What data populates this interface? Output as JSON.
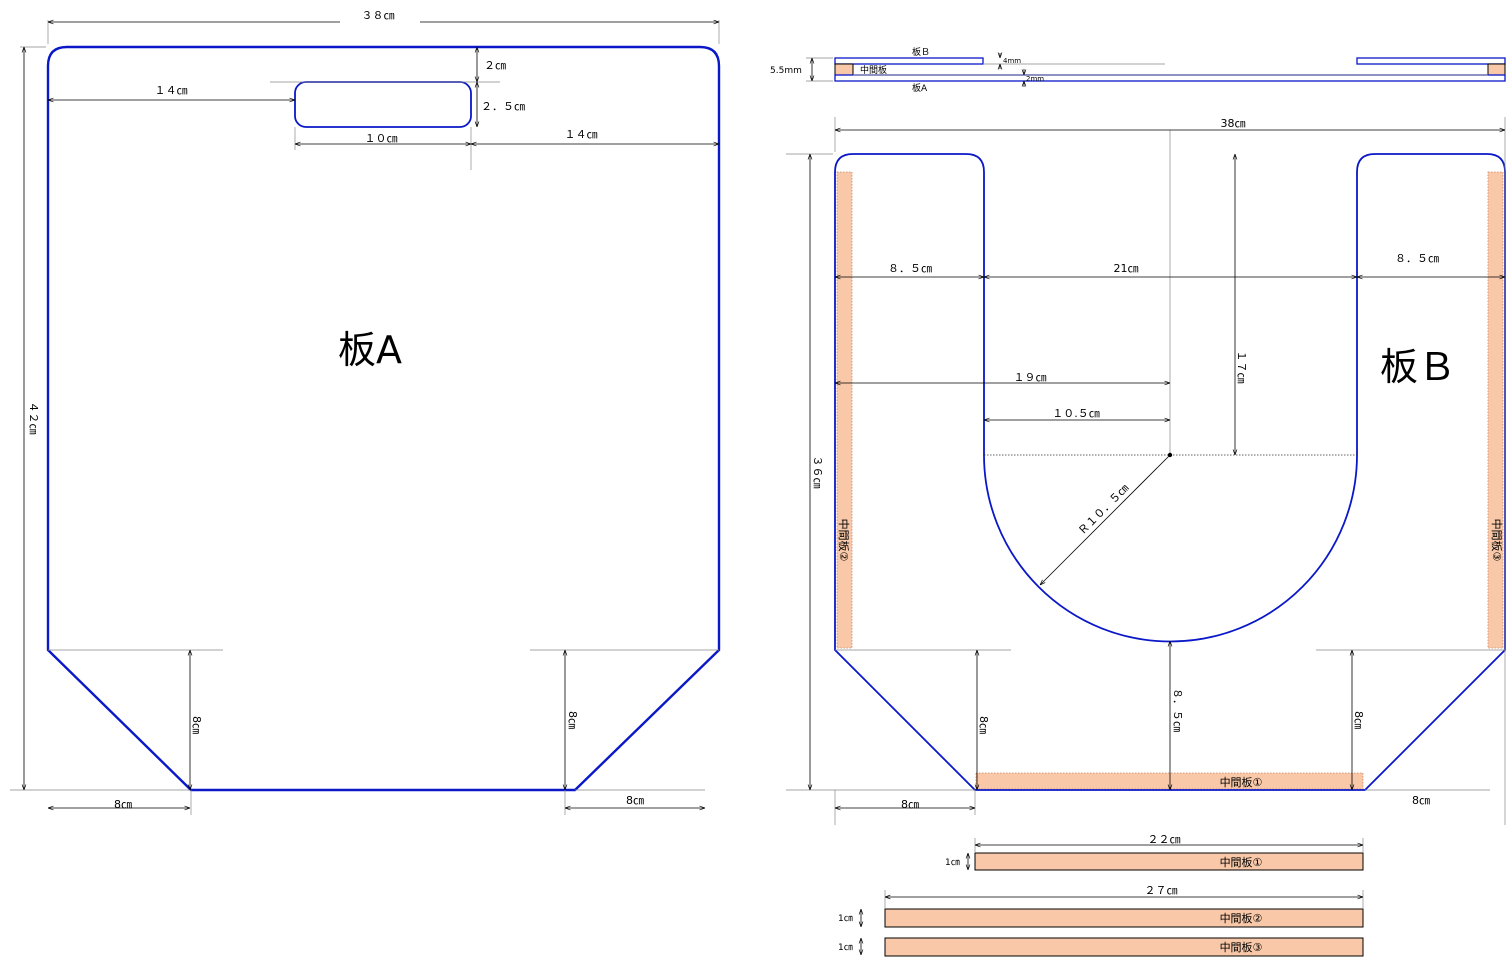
{
  "board_a": {
    "title": "板A",
    "dims": {
      "width": "３８㎝",
      "height": "４２㎝",
      "left_to_slot": "１４㎝",
      "slot_right": "１４㎝",
      "slot_top": "２㎝",
      "slot_height": "２．５㎝",
      "slot_width": "１０㎝",
      "chamfer_h_left": "8㎝",
      "chamfer_h_right": "8㎝",
      "chamfer_v_left": "8㎝",
      "chamfer_v_right": "8㎝"
    }
  },
  "board_b": {
    "title": "板Ｂ",
    "dims": {
      "width": "38㎝",
      "height": "３６㎝",
      "left_arm": "８．５㎝",
      "opening": "21㎝",
      "right_arm": "８．５㎝",
      "to_center": "１９㎝",
      "inner_to_center": "１０.５㎝",
      "straight_depth": "１７㎝",
      "radius": "Ｒ１０．５㎝",
      "bottom_gap": "８．５㎝",
      "chamfer_v_left": "8㎝",
      "chamfer_v_right": "8㎝",
      "chamfer_h_left": "8㎝",
      "chamfer_h_right": "8㎝"
    },
    "mid_labels": {
      "m1": "中間板①",
      "m2": "中間板②",
      "m3": "中間板③"
    }
  },
  "section": {
    "board_b": "板Ｂ",
    "middle": "中間板",
    "board_a": "板A",
    "total": "5.5mm",
    "b_thick": "4mm",
    "a_thick": "2mm"
  },
  "parts": [
    {
      "name": "中間板①",
      "length": "２２㎝",
      "width": "1㎝"
    },
    {
      "name": "中間板②",
      "length": "２７㎝",
      "width": "1㎝"
    },
    {
      "name": "中間板③",
      "length": "",
      "width": "1㎝"
    }
  ]
}
